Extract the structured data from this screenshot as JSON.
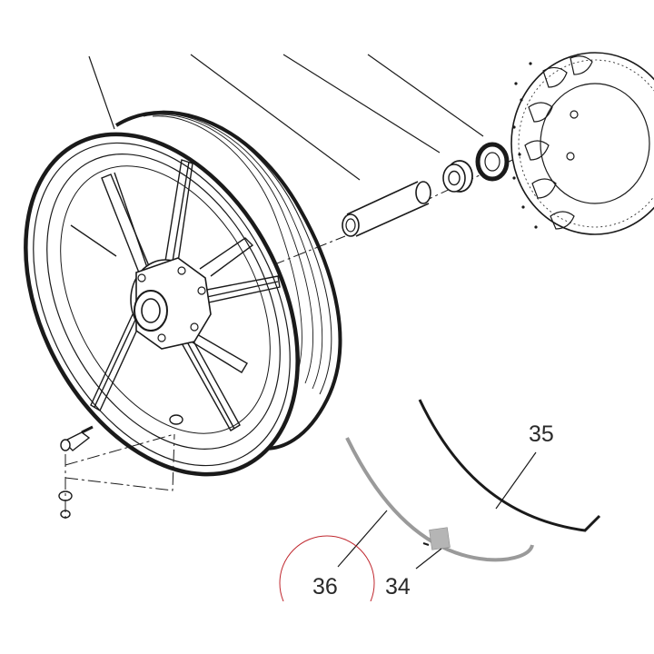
{
  "callouts": {
    "c35": "35",
    "c36": "36",
    "c34": "34"
  },
  "colors": {
    "line": "#1a1a1a",
    "thin": "#333333",
    "strip_gray": "#9a9a9a",
    "label_patch": "#b5b5b5",
    "highlight_circle": "#c0282f",
    "background": "#ffffff"
  },
  "icons": {
    "wheel": "wheel-icon",
    "valve": "valve-icon",
    "axle_spacer": "spacer-icon",
    "bearing": "bearing-icon",
    "seal": "seal-icon",
    "brake_disc": "brake-disc-icon"
  }
}
